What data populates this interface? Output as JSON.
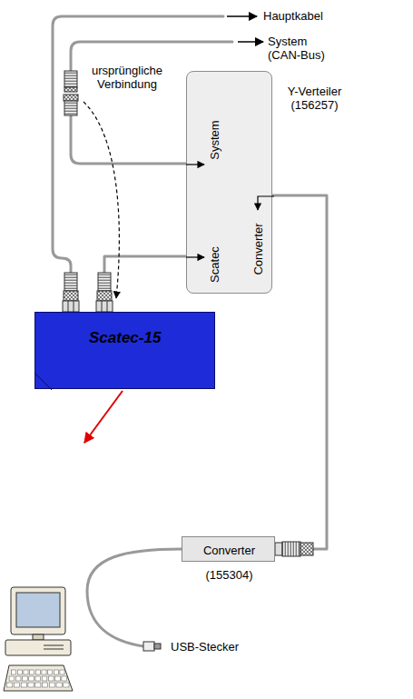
{
  "diagram": {
    "nodes": [
      {
        "text": [
          "Y-Verteiler (156257)",
          "System",
          "Scatec",
          "Converter"
        ]
      },
      {
        "text": [
          "Scatec-15"
        ]
      },
      {
        "text": [
          "Converter",
          "(155304)"
        ]
      }
    ],
    "edges": [
      {
        "from": 0,
        "to": 1,
        "arrow": "none"
      },
      {
        "from": 0,
        "to": 2,
        "arrow": "none"
      }
    ],
    "labels": [
      "Hauptkabel",
      "System (CAN-Bus)",
      "ursprüngliche Verbindung",
      "USB-Stecker"
    ]
  }
}
